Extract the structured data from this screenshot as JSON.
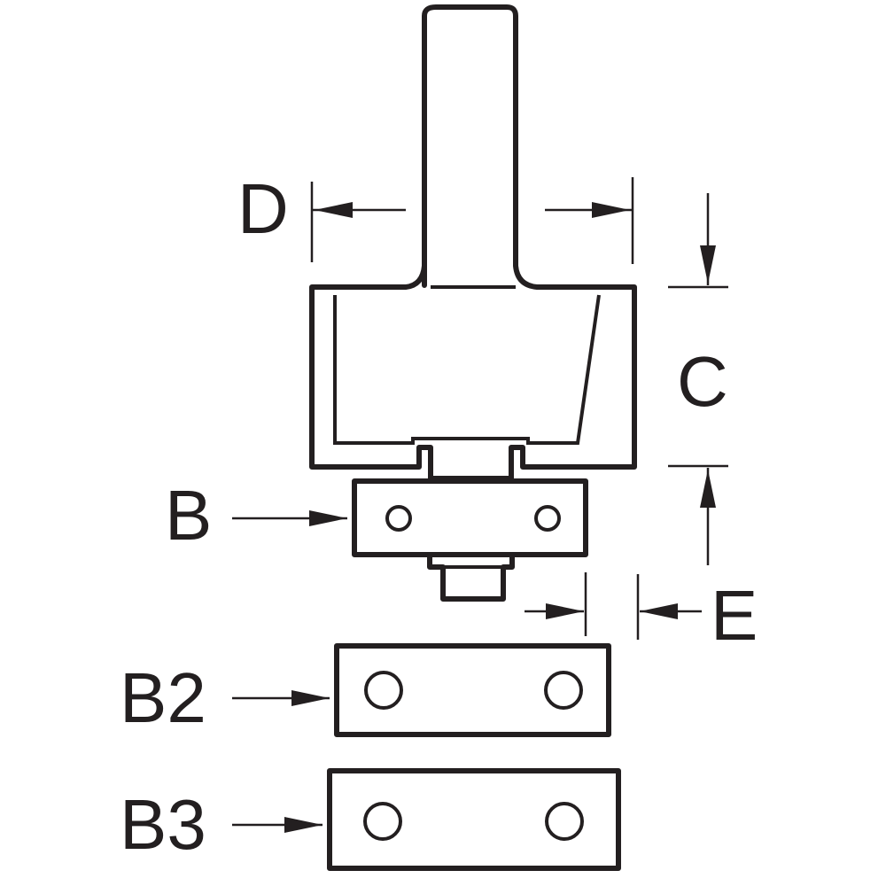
{
  "labels": {
    "d": "D",
    "c": "C",
    "b": "B",
    "e": "E",
    "b2": "B2",
    "b3": "B3"
  },
  "colors": {
    "line": "#231f20",
    "background": "#ffffff"
  }
}
